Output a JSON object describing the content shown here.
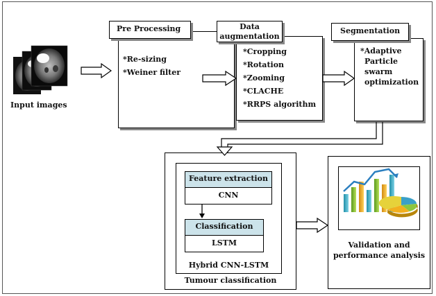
{
  "input": {
    "label": "Input images"
  },
  "pre": {
    "title": "Pre Processing",
    "items": [
      "*Re-sizing",
      "*Weiner filter"
    ]
  },
  "aug": {
    "title_line1": "Data",
    "title_line2": "augmentation",
    "items": [
      "*Cropping",
      "*Rotation",
      "*Zooming",
      "*CLACHE",
      "*RRPS algorithm"
    ]
  },
  "seg": {
    "title": "Segmentation",
    "items": [
      "*Adaptive",
      "Particle",
      "swarm",
      "optimization"
    ]
  },
  "tumour": {
    "feature": "Feature extraction",
    "cnn": "CNN",
    "classification": "Classification",
    "lstm": "LSTM",
    "hybrid": "Hybrid CNN-LSTM",
    "label": "Tumour classification"
  },
  "valid": {
    "line1": "Validation and",
    "line2": "performance analysis"
  },
  "colors": {
    "header_fill": "#cce3ea",
    "arrow_fill": "#ffffff",
    "outline": "#000000"
  }
}
